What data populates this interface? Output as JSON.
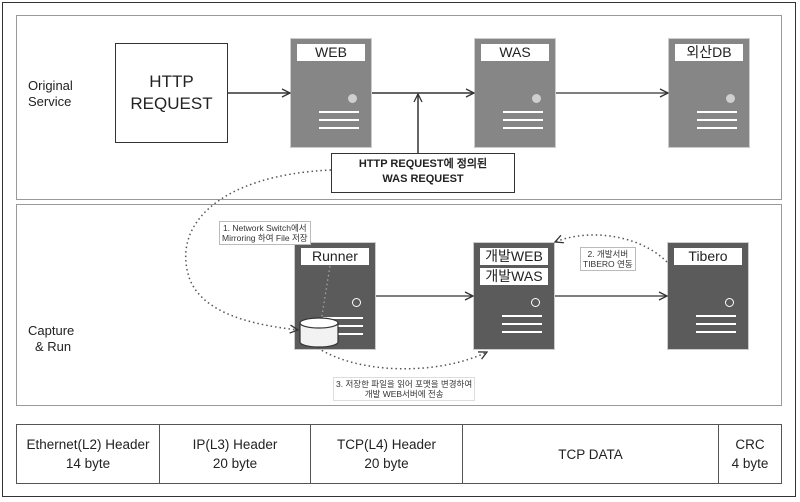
{
  "sections": {
    "original": {
      "label_line1": "Original",
      "label_line2": "Service"
    },
    "capture": {
      "label_line1": "Capture",
      "label_line2": "& Run"
    }
  },
  "original_flow": {
    "request_box": {
      "line1": "HTTP",
      "line2": "REQUEST"
    },
    "servers": [
      {
        "title": "WEB"
      },
      {
        "title": "WAS"
      },
      {
        "title": "외산DB"
      }
    ],
    "callout": {
      "line1": "HTTP REQUEST에 정의된",
      "line2": "WAS REQUEST"
    }
  },
  "capture_flow": {
    "runner": {
      "title": "Runner"
    },
    "dev_server": {
      "title1": "개발WEB",
      "title2": "개발WAS"
    },
    "db_server": {
      "title": "Tibero"
    },
    "notes": [
      {
        "line1": "1. Network Switch에서",
        "line2": "Mirroring 하여 File 저장"
      },
      {
        "line1": "2. 개발서버",
        "line2": "TIBERO 연동"
      },
      {
        "line1": "3. 저장한 파일을 읽어 포맷을 변경하여",
        "line2": "개발 WEB서버에 전송"
      }
    ]
  },
  "packet": [
    {
      "name": "Ethernet(L2) Header",
      "size": "14 byte"
    },
    {
      "name": "IP(L3) Header",
      "size": "20 byte"
    },
    {
      "name": "TCP(L4) Header",
      "size": "20 byte"
    },
    {
      "name": "TCP DATA",
      "size": ""
    },
    {
      "name": "CRC",
      "size": "4 byte"
    }
  ],
  "colors": {
    "server_light": "#868686",
    "server_dark": "#5b5b5b",
    "line": "#333333"
  }
}
